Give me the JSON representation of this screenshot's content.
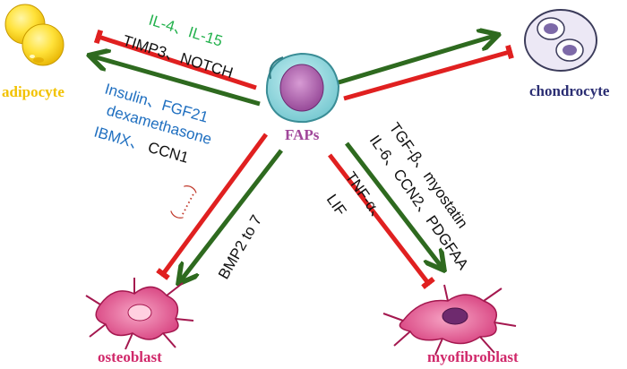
{
  "colors": {
    "activate": "#2e6a1f",
    "inhibit": "#e02020",
    "factor_green": "#22b14c",
    "factor_blue": "#1f6fc0",
    "factor_black": "#111111",
    "factor_red": "#c0392b",
    "adipocyte": "#f2c200",
    "faps": "#a0479a",
    "chondrocyte": "#2b2e73",
    "osteoblast": "#d0286a",
    "myofibroblast": "#d0286a"
  },
  "cells": {
    "center": {
      "label": "FAPs",
      "icon": "faps-cell-icon"
    },
    "adipocyte": {
      "label": "adipocyte",
      "icon": "adipocyte-icon"
    },
    "chondrocyte": {
      "label": "chondrocyte",
      "icon": "chondrocyte-icon"
    },
    "osteoblast": {
      "label": "osteoblast",
      "icon": "osteoblast-icon"
    },
    "myofibroblast": {
      "label": "myofibroblast",
      "icon": "myofibroblast-icon"
    }
  },
  "factors": {
    "adipocyte_inhibit_1": "IL-4、IL-15",
    "adipocyte_inhibit_2": "TIMP3、NOTCH",
    "adipocyte_promote_1": "Insulin、FGF21",
    "adipocyte_promote_2": "dexamethasone",
    "adipocyte_promote_3a": "IBMX、",
    "adipocyte_promote_3b": "CCN1",
    "osteoblast_inhibit": "（......）",
    "osteoblast_promote": "BMP2 to 7",
    "myofibroblast_inhibit_1": "TNF-α、",
    "myofibroblast_inhibit_2": "LIF",
    "myofibroblast_promote_1": "TGF-β、myostatin",
    "myofibroblast_promote_2": "IL-6、CCN2、PDGFAA"
  }
}
